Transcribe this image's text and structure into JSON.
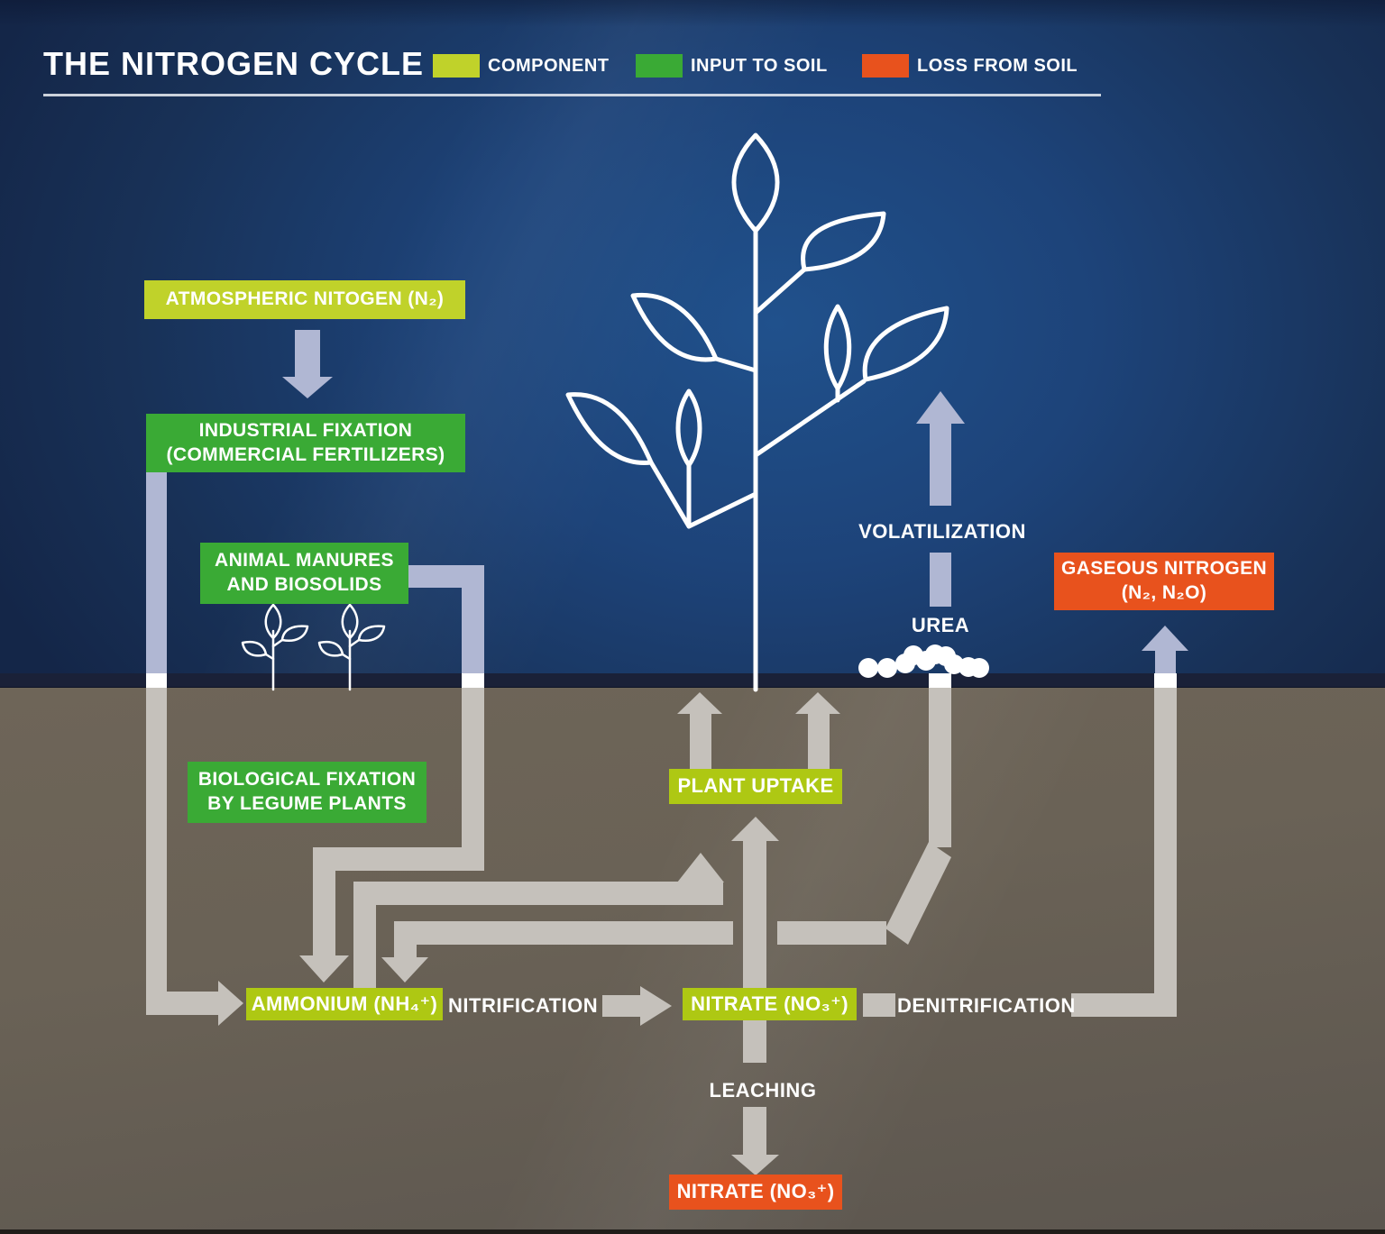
{
  "title": "THE NITROGEN CYCLE",
  "legend": {
    "component": "COMPONENT",
    "input": "INPUT TO SOIL",
    "loss": "LOSS FROM SOIL"
  },
  "nodes": {
    "atmospheric": {
      "label": "ATMOSPHERIC NITOGEN (N₂)",
      "type": "component"
    },
    "industrial": {
      "line1": "INDUSTRIAL FIXATION",
      "line2": "(COMMERCIAL FERTILIZERS)",
      "type": "input"
    },
    "manures": {
      "line1": "ANIMAL MANURES",
      "line2": "AND BIOSOLIDS",
      "type": "input"
    },
    "biological": {
      "line1": "BIOLOGICAL FIXATION",
      "line2": "BY LEGUME PLANTS",
      "type": "input"
    },
    "plant_uptake": {
      "label": "PLANT UPTAKE",
      "type": "component"
    },
    "ammonium": {
      "label": "AMMONIUM (NH₄⁺)",
      "type": "component"
    },
    "nitrate": {
      "label": "NITRATE (NO₃⁺)",
      "type": "component"
    },
    "gaseous": {
      "line1": "GASEOUS NITROGEN",
      "line2": "(N₂, N₂O)",
      "type": "loss"
    },
    "nitrate_leached": {
      "label": "NITRATE (NO₃⁺)",
      "type": "loss"
    }
  },
  "labels": {
    "volatilization": "VOLATILIZATION",
    "urea": "UREA",
    "nitrification": "NITRIFICATION",
    "denitrification": "DENITRIFICATION",
    "leaching": "LEACHING"
  },
  "colors": {
    "component": "#aec813",
    "component_light": "#c0d22a",
    "input_to_soil": "#3aaa35",
    "loss_from_soil": "#e8521d",
    "arrow_above_ground": "#b0b7d3",
    "arrow_below_ground": "#c5c1bb",
    "sky": "#1d4379",
    "soil": "#665e53",
    "soil_line": "#1a2138"
  }
}
